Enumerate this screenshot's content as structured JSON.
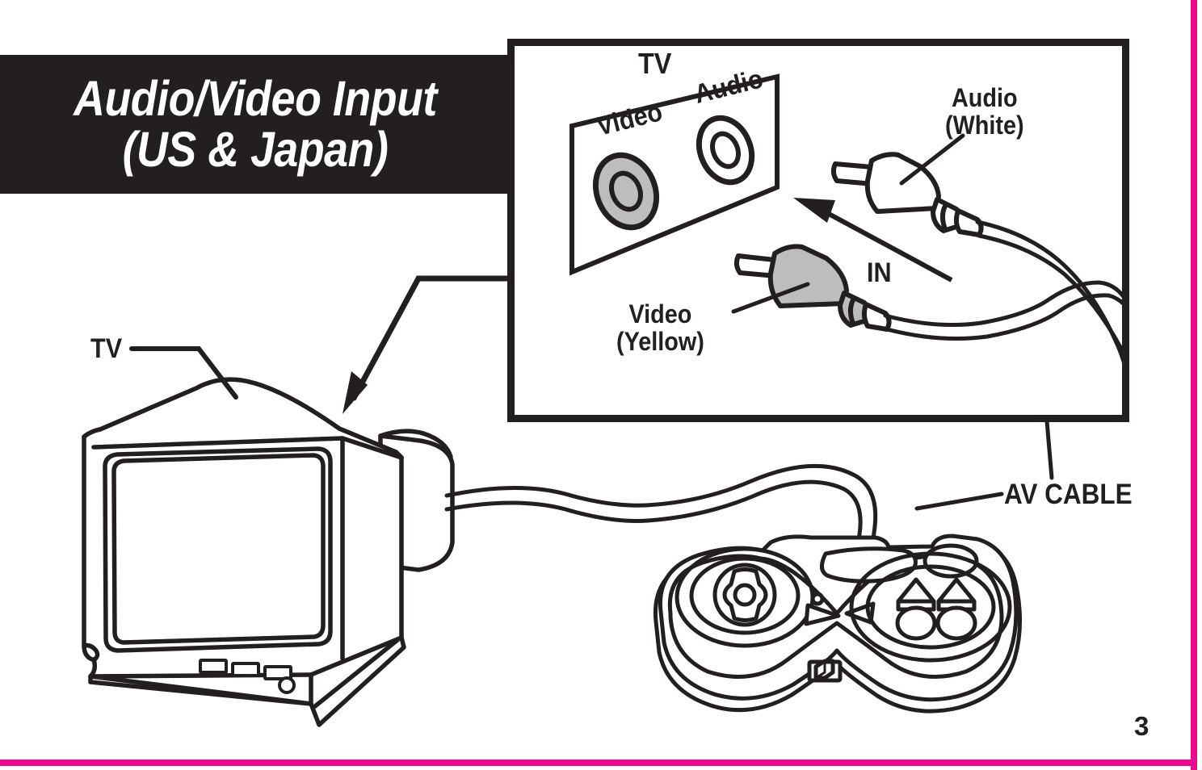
{
  "page": {
    "title_line1": "Audio/Video Input",
    "title_line2": "(US & Japan)",
    "page_number": "3",
    "trim_color": "#ec0a8c",
    "ink_color": "#231f20",
    "gray_fill": "#bdbdbd"
  },
  "inset": {
    "panel_title": "TV",
    "panel_jack_video": "Video",
    "panel_jack_audio": "Audio",
    "plug_audio_label": "Audio\n(White)",
    "plug_audio_line1": "Audio",
    "plug_audio_line2": "(White)",
    "plug_video_line1": "Video",
    "plug_video_line2": "(Yellow)",
    "direction_label": "IN"
  },
  "main": {
    "tv_label": "TV",
    "av_cable_label": "AV CABLE"
  }
}
